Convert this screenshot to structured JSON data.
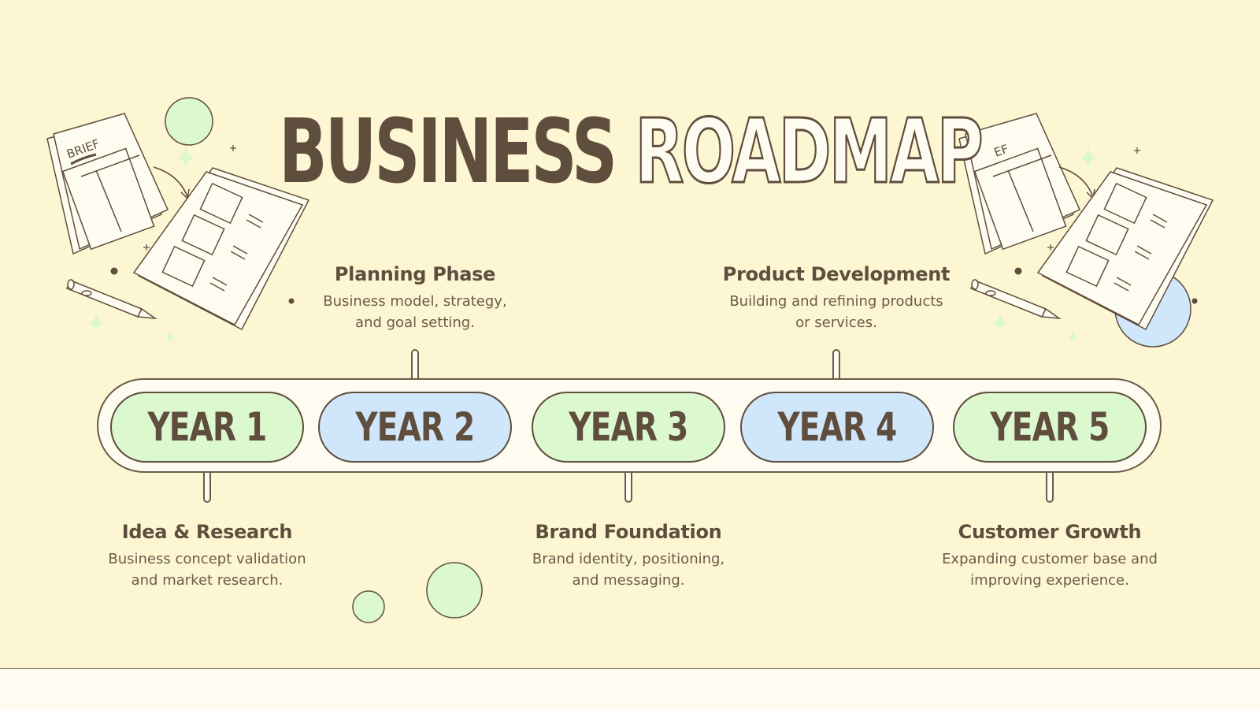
{
  "title": {
    "word1": "BUSINESS",
    "word2": "ROADMAP"
  },
  "decor": {
    "brief_label": "BRIEF",
    "brief_label_partial": "EF"
  },
  "years": [
    {
      "label": "YEAR 1",
      "color": "#dcf8cf"
    },
    {
      "label": "YEAR 2",
      "color": "#cfe6fb"
    },
    {
      "label": "YEAR 3",
      "color": "#dcf8cf"
    },
    {
      "label": "YEAR 4",
      "color": "#cfe6fb"
    },
    {
      "label": "YEAR 5",
      "color": "#dcf8cf"
    }
  ],
  "milestones": [
    {
      "title": "Idea & Research",
      "line1": "Business concept validation",
      "line2": "and market research."
    },
    {
      "title": "Planning Phase",
      "line1": "Business model, strategy,",
      "line2": "and goal setting."
    },
    {
      "title": "Brand Foundation",
      "line1": "Brand identity, positioning,",
      "line2": "and messaging."
    },
    {
      "title": "Product Development",
      "line1": "Building and refining products",
      "line2": "or services."
    },
    {
      "title": "Customer Growth",
      "line1": "Expanding customer base and",
      "line2": "improving experience."
    }
  ],
  "colors": {
    "background": "#fdf6d2",
    "text": "#5f4d3d",
    "green": "#dcf8cf",
    "blue": "#cfe6fb",
    "paper": "#fefcf0"
  }
}
